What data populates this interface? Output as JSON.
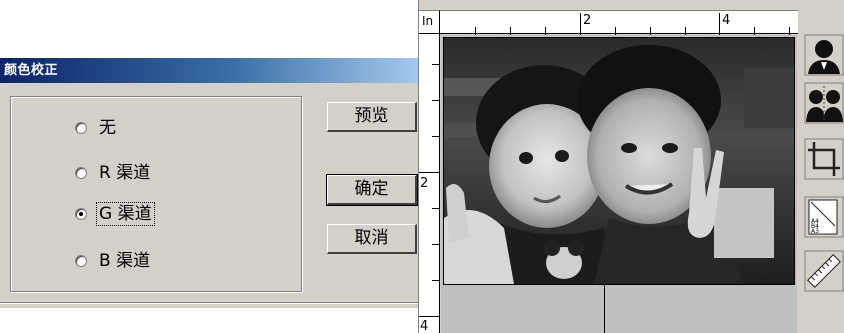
{
  "dialog": {
    "title": "颜色校正",
    "options": [
      {
        "label": "无",
        "checked": false
      },
      {
        "label": "R 渠道",
        "checked": false
      },
      {
        "label": "G 渠道",
        "checked": true
      },
      {
        "label": "B 渠道",
        "checked": false
      }
    ],
    "buttons": {
      "preview": "预览",
      "ok": "确定",
      "cancel": "取消"
    }
  },
  "ruler": {
    "unit": "In",
    "top_labels": [
      "2",
      "4"
    ],
    "left_labels": [
      "2",
      "4"
    ]
  },
  "toolbar": {
    "tools": [
      "single-person-icon",
      "two-people-icon",
      "crop-icon",
      "paper-size-icon",
      "ruler-icon"
    ],
    "paper_sizes": [
      "A4",
      "B4",
      "A3"
    ]
  },
  "colors": {
    "titlebar_start": "#0a246a",
    "titlebar_end": "#a6caf0",
    "dialog_bg": "#d4d0c8"
  }
}
